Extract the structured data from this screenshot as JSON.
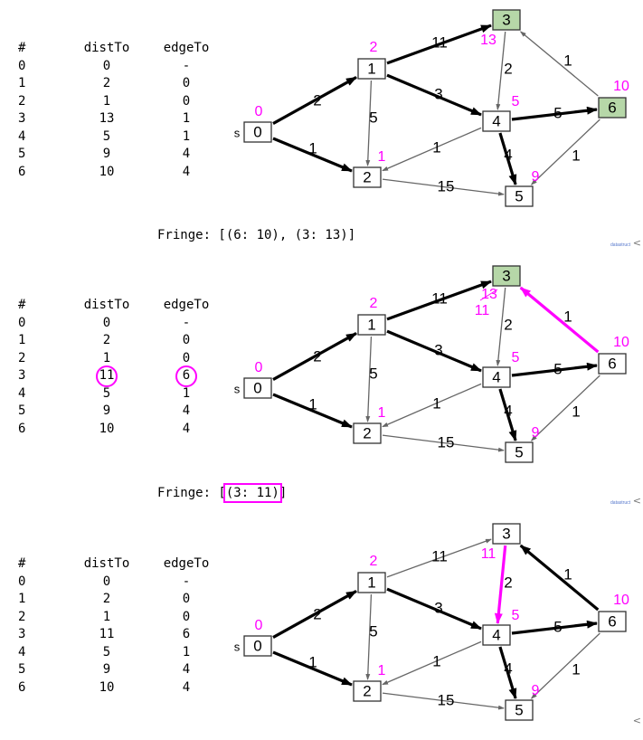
{
  "table_headers": [
    "#",
    "distTo",
    "edgeTo"
  ],
  "source_label": "s",
  "panels": [
    {
      "rows": [
        [
          "0",
          "0",
          "-"
        ],
        [
          "1",
          "2",
          "0"
        ],
        [
          "2",
          "1",
          "0"
        ],
        [
          "3",
          "13",
          "1"
        ],
        [
          "4",
          "5",
          "1"
        ],
        [
          "5",
          "9",
          "4"
        ],
        [
          "6",
          "10",
          "4"
        ]
      ],
      "highlight_row": -1,
      "fringe_prefix": "Fringe: [",
      "fringe_items": [
        "(6: 10), (3: 13)"
      ],
      "fringe_suffix": "]",
      "fringe_boxed": false,
      "marked_vertices": [
        3,
        6
      ],
      "vertex_labels": {
        "0": "0",
        "1": "2",
        "2": "1",
        "3": "13",
        "4": "5",
        "5": "9",
        "6": "10"
      },
      "struck_label": null,
      "extra_label": null
    },
    {
      "rows": [
        [
          "0",
          "0",
          "-"
        ],
        [
          "1",
          "2",
          "0"
        ],
        [
          "2",
          "1",
          "0"
        ],
        [
          "3",
          "11",
          "6"
        ],
        [
          "4",
          "5",
          "1"
        ],
        [
          "5",
          "9",
          "4"
        ],
        [
          "6",
          "10",
          "4"
        ]
      ],
      "highlight_row": 3,
      "fringe_prefix": "Fringe: [",
      "fringe_items": [
        "(3: 11)"
      ],
      "fringe_suffix": "]",
      "fringe_boxed": true,
      "marked_vertices": [
        3
      ],
      "vertex_labels": {
        "0": "0",
        "1": "2",
        "2": "1",
        "3": "13",
        "4": "5",
        "5": "9",
        "6": "10"
      },
      "struck_label": "13",
      "extra_label": "11"
    },
    {
      "rows": [
        [
          "0",
          "0",
          "-"
        ],
        [
          "1",
          "2",
          "0"
        ],
        [
          "2",
          "1",
          "0"
        ],
        [
          "3",
          "11",
          "6"
        ],
        [
          "4",
          "5",
          "1"
        ],
        [
          "5",
          "9",
          "4"
        ],
        [
          "6",
          "10",
          "4"
        ]
      ],
      "highlight_row": -1,
      "fringe_prefix": "",
      "fringe_items": [],
      "fringe_suffix": "",
      "fringe_boxed": false,
      "marked_vertices": [],
      "vertex_labels": {
        "0": "0",
        "1": "2",
        "2": "1",
        "3": "11",
        "4": "5",
        "5": "9",
        "6": "10"
      },
      "struck_label": null,
      "extra_label": null
    }
  ],
  "graph": {
    "vertices": [
      "0",
      "1",
      "2",
      "3",
      "4",
      "5",
      "6"
    ],
    "edges": [
      {
        "from": 0,
        "to": 1,
        "w": "2"
      },
      {
        "from": 0,
        "to": 2,
        "w": "1"
      },
      {
        "from": 1,
        "to": 3,
        "w": "11"
      },
      {
        "from": 1,
        "to": 4,
        "w": "3"
      },
      {
        "from": 1,
        "to": 2,
        "w": "5"
      },
      {
        "from": 3,
        "to": 4,
        "w": "2"
      },
      {
        "from": 4,
        "to": 2,
        "w": "1"
      },
      {
        "from": 4,
        "to": 5,
        "w": "4"
      },
      {
        "from": 4,
        "to": 6,
        "w": "5"
      },
      {
        "from": 6,
        "to": 3,
        "w": "1"
      },
      {
        "from": 6,
        "to": 5,
        "w": "1"
      },
      {
        "from": 2,
        "to": 5,
        "w": "15"
      }
    ],
    "edge_styles": [
      {
        "0-1": "bold",
        "0-2": "bold",
        "1-3": "bold",
        "1-4": "bold",
        "1-2": "thin",
        "3-4": "thin",
        "4-2": "thin",
        "4-5": "bold",
        "4-6": "bold",
        "6-3": "thin",
        "6-5": "thin",
        "2-5": "thin"
      },
      {
        "0-1": "bold",
        "0-2": "bold",
        "1-3": "bold",
        "1-4": "bold",
        "1-2": "thin",
        "3-4": "thin",
        "4-2": "thin",
        "4-5": "bold",
        "4-6": "bold",
        "6-3": "magenta",
        "6-5": "thin",
        "2-5": "thin"
      },
      {
        "0-1": "bold",
        "0-2": "bold",
        "1-3": "thin",
        "1-4": "bold",
        "1-2": "thin",
        "3-4": "magenta",
        "4-2": "thin",
        "4-5": "bold",
        "4-6": "bold",
        "6-3": "bold",
        "6-5": "thin",
        "2-5": "thin"
      }
    ]
  },
  "watermark": "datastruct",
  "corner_glyph": "<",
  "colors": {
    "marked_fill": "#b6d7a8",
    "accent": "#ff00ff",
    "edge_thin": "#666666",
    "edge_bold": "#000000"
  }
}
